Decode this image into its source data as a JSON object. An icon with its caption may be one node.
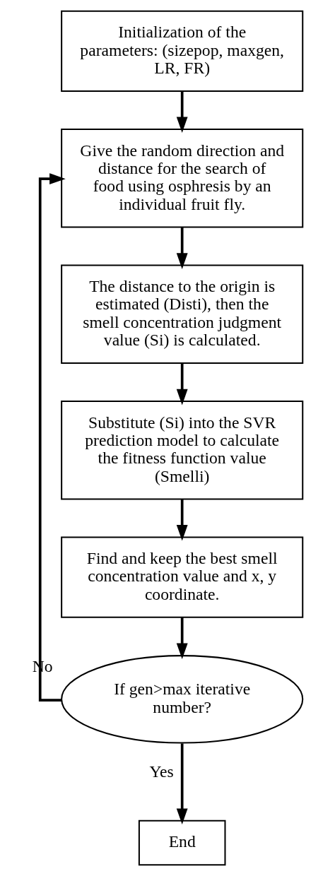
{
  "diagram": {
    "nodes": [
      {
        "text": [
          "Initialization of the parameters: (sizepop, maxgen, LR, FR)"
        ]
      },
      {
        "text": [
          "Give the random direction and distance for the search of food using osphresis by an individual fruit fly."
        ]
      },
      {
        "text": [
          "The distance to the origin is estimated (Disti), then the smell concentration judgment value (Si) is calculated."
        ]
      },
      {
        "text": [
          "Substitute (Si) into the SVR prediction model to calculate the fitness function value (Smelli)"
        ]
      },
      {
        "text": [
          "Find and keep the best smell concentration value and x, y coordinate."
        ]
      },
      {
        "text": [
          "If gen>max iterative number?"
        ]
      },
      {
        "text": [
          "End"
        ]
      }
    ],
    "edges": [
      {
        "from": 0,
        "to": 1,
        "arrow": "to"
      },
      {
        "from": 1,
        "to": 2,
        "arrow": "to"
      },
      {
        "from": 2,
        "to": 3,
        "arrow": "to"
      },
      {
        "from": 3,
        "to": 4,
        "arrow": "to"
      },
      {
        "from": 4,
        "to": 5,
        "arrow": "to"
      },
      {
        "from": 5,
        "to": 1,
        "arrow": "to",
        "label": "No"
      },
      {
        "from": 5,
        "to": 6,
        "arrow": "to",
        "label": "Yes"
      }
    ]
  }
}
